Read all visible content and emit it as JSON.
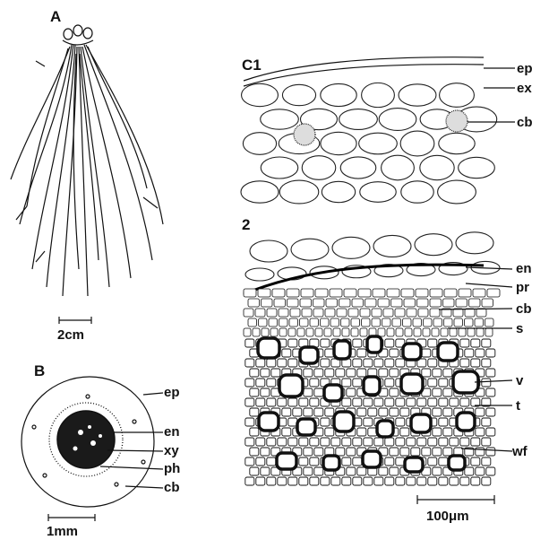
{
  "panels": {
    "a": "A",
    "b": "B",
    "c1": "C1",
    "c2": "2"
  },
  "scale_bars": {
    "a": "2cm",
    "b": "1mm",
    "c": "100μm"
  },
  "labels_b": [
    "ep",
    "en",
    "xy",
    "ph",
    "cb"
  ],
  "labels_c1": [
    "ep",
    "ex",
    "cb"
  ],
  "labels_c2": [
    "en",
    "pr",
    "cb",
    "s",
    "v",
    "t",
    "wf"
  ]
}
